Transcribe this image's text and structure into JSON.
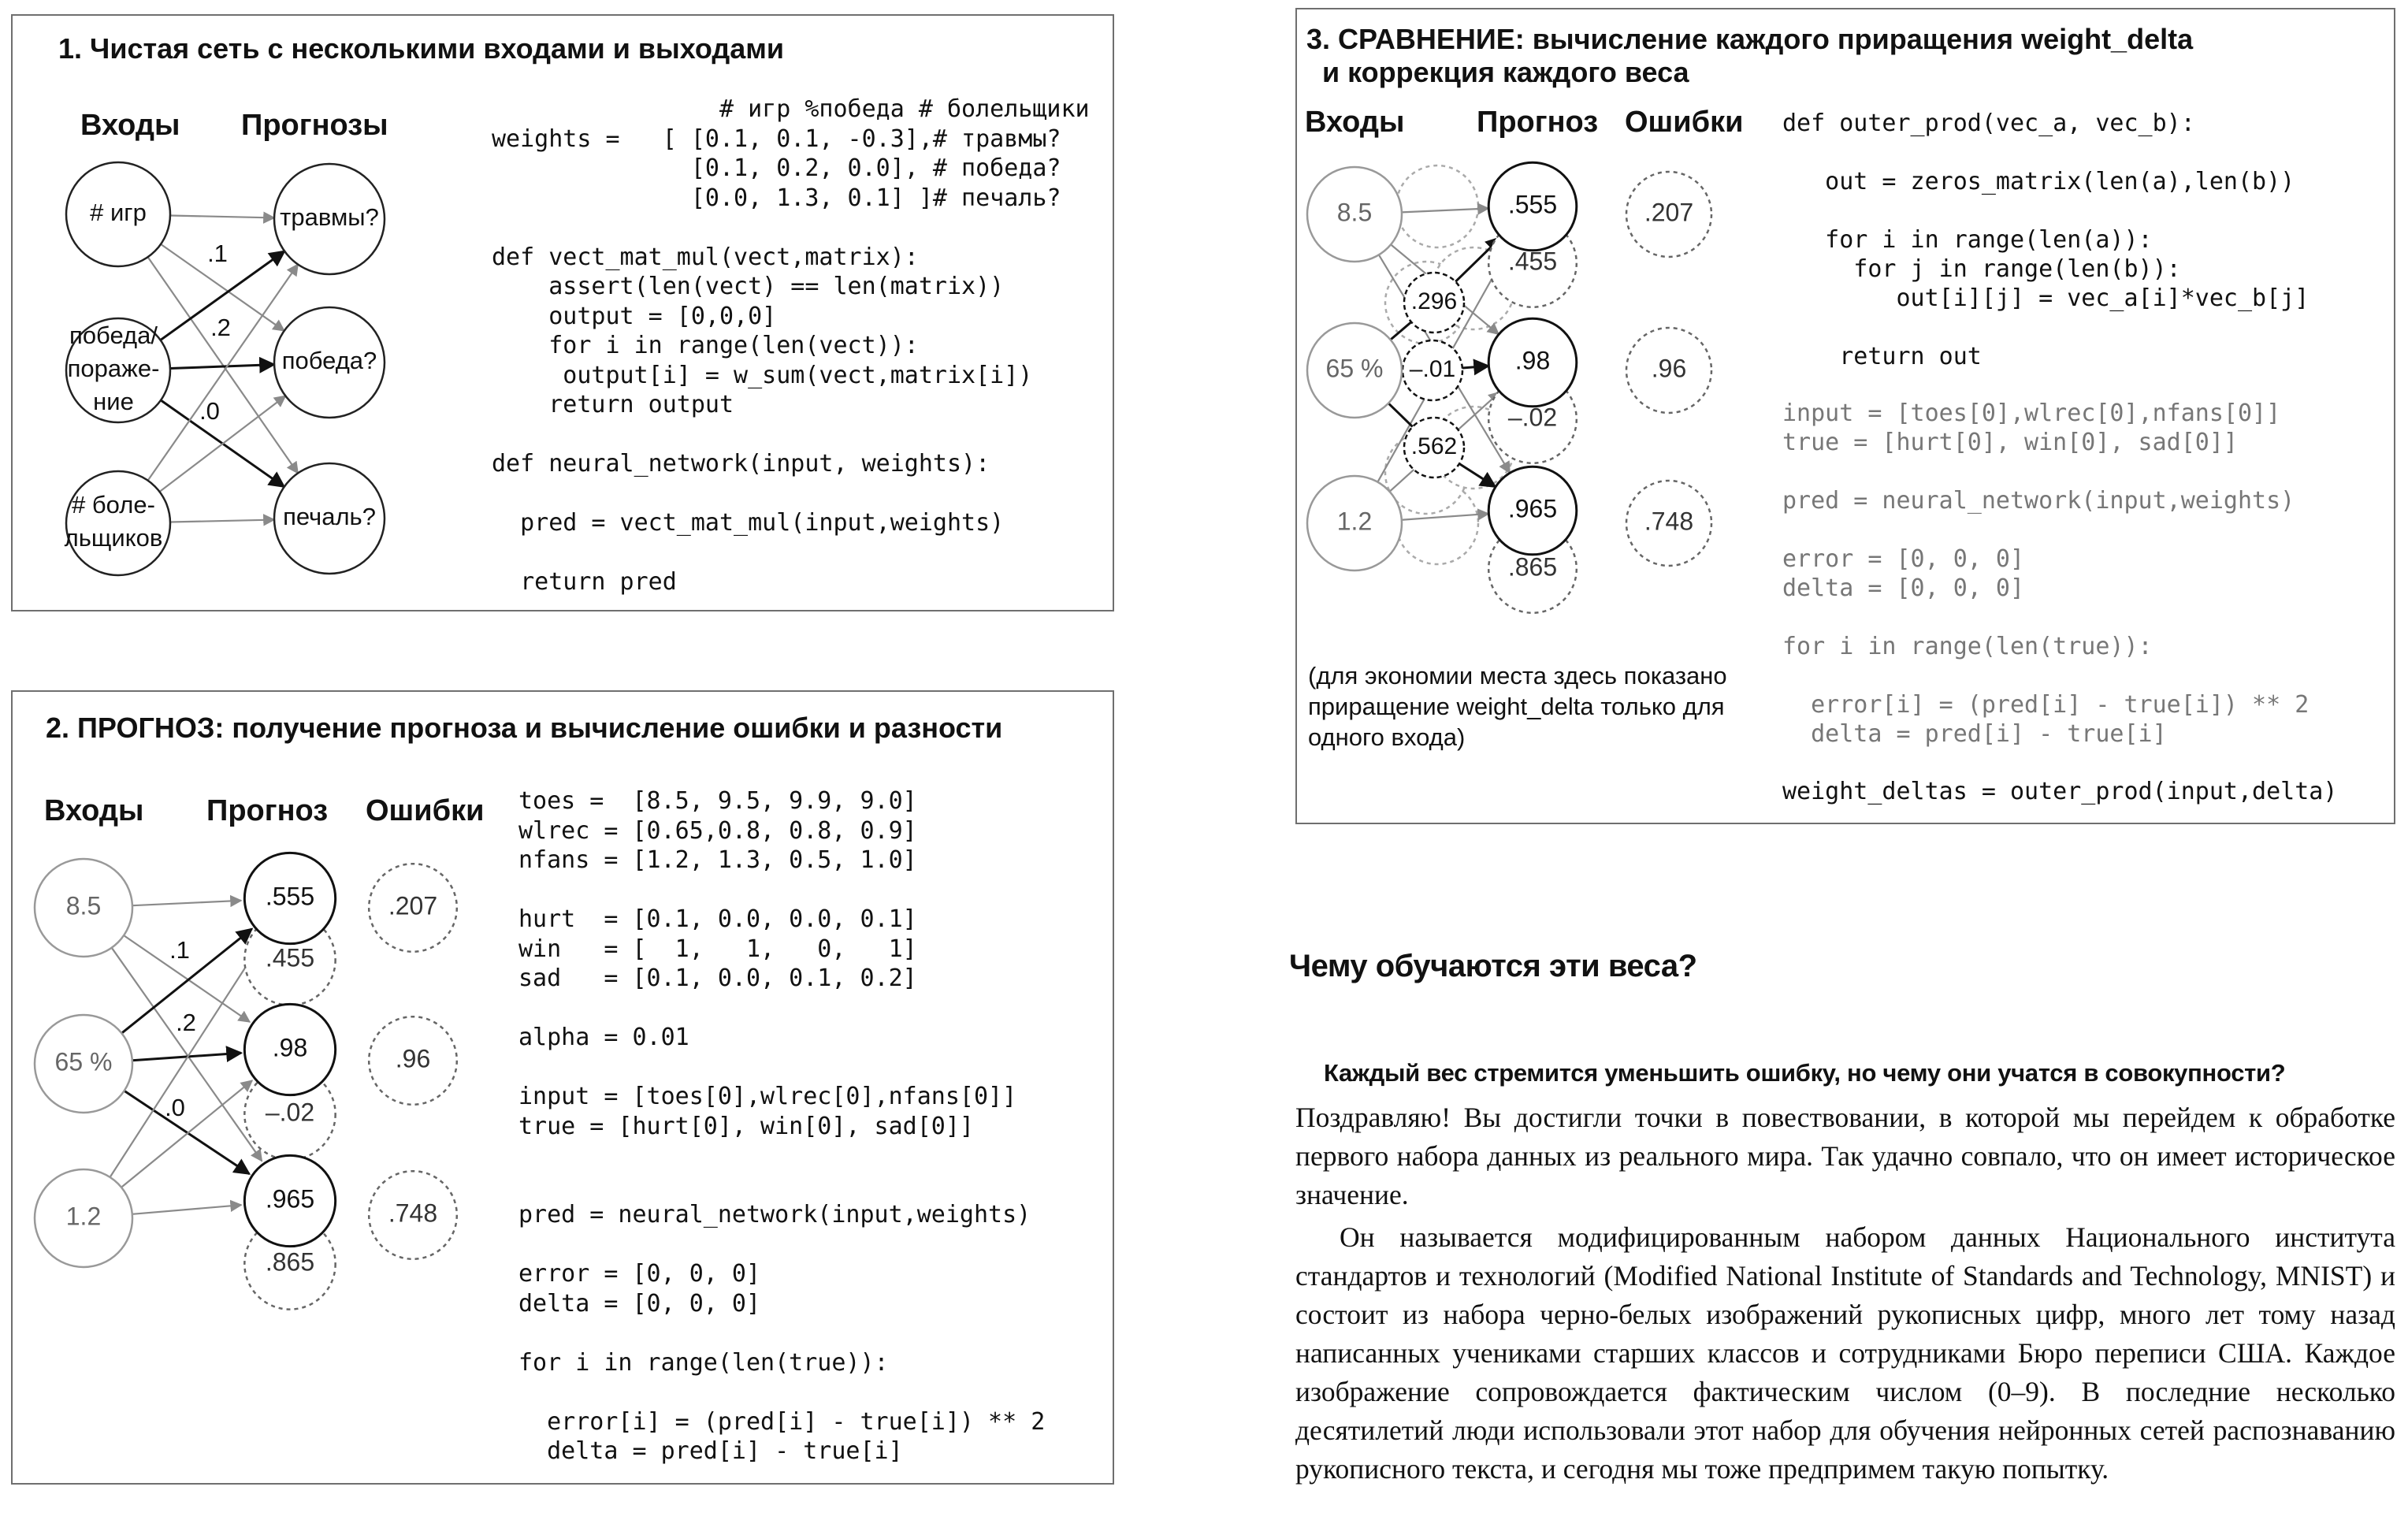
{
  "panel1": {
    "title": "1. Чистая сеть с несколькими входами и выходами",
    "inputs_header": "Входы",
    "preds_header": "Прогнозы",
    "in_nodes": [
      [
        "# игр"
      ],
      [
        "победа/",
        "пораже-",
        "ние"
      ],
      [
        "# боле-",
        "льщиков"
      ]
    ],
    "out_nodes": [
      "травмы?",
      "победа?",
      "печаль?"
    ],
    "weight_labels": [
      ".1",
      ".2",
      ".0"
    ],
    "code": [
      "                # игр %победа # болельщики",
      "weights =   [ [0.1, 0.1, -0.3],# травмы?",
      "              [0.1, 0.2, 0.0], # победа?",
      "              [0.0, 1.3, 0.1] ]# печаль?",
      "",
      "def vect_mat_mul(vect,matrix):",
      "    assert(len(vect) == len(matrix))",
      "    output = [0,0,0]",
      "    for i in range(len(vect)):",
      "     output[i] = w_sum(vect,matrix[i])",
      "    return output",
      "",
      "def neural_network(input, weights):",
      "",
      "  pred = vect_mat_mul(input,weights)",
      "",
      "  return pred"
    ]
  },
  "panel2": {
    "title": "2. ПРОГНОЗ: получение прогноза и вычисление ошибки и разности",
    "inputs_header": "Входы",
    "preds_header": "Прогноз",
    "errors_header": "Ошибки",
    "in_nodes": [
      "8.5",
      "65 %",
      "1.2"
    ],
    "pred_nodes": [
      ".555",
      ".98",
      ".965"
    ],
    "delta_nodes": [
      ".455",
      "–.02",
      ".865"
    ],
    "error_nodes": [
      ".207",
      ".96",
      ".748"
    ],
    "weight_labels": [
      ".1",
      ".2",
      ".0"
    ],
    "code": [
      "toes =  [8.5, 9.5, 9.9, 9.0]",
      "wlrec = [0.65,0.8, 0.8, 0.9]",
      "nfans = [1.2, 1.3, 0.5, 1.0]",
      "",
      "hurt  = [0.1, 0.0, 0.0, 0.1]",
      "win   = [  1,   1,   0,   1]",
      "sad   = [0.1, 0.0, 0.1, 0.2]",
      "",
      "alpha = 0.01",
      "",
      "input = [toes[0],wlrec[0],nfans[0]]",
      "true = [hurt[0], win[0], sad[0]]",
      "",
      "",
      "pred = neural_network(input,weights)",
      "",
      "error = [0, 0, 0]",
      "delta = [0, 0, 0]",
      "",
      "for i in range(len(true)):",
      "",
      "  error[i] = (pred[i] - true[i]) ** 2",
      "  delta = pred[i] - true[i]"
    ]
  },
  "panel3": {
    "title_lines": [
      "3. СРАВНЕНИЕ: вычисление каждого приращения weight_delta",
      "  и коррекция каждого веса"
    ],
    "inputs_header": "Входы",
    "preds_header": "Прогноз",
    "errors_header": "Ошибки",
    "in_nodes": [
      "8.5",
      "65 %",
      "1.2"
    ],
    "pred_nodes": [
      ".555",
      ".98",
      ".965"
    ],
    "delta_nodes": [
      ".455",
      "–.02",
      ".865"
    ],
    "error_nodes": [
      ".207",
      ".96",
      ".748"
    ],
    "wd_nodes": [
      ".296",
      "–.01",
      ".562"
    ],
    "note_lines": [
      "(для экономии места здесь показано",
      "приращение weight_delta только для",
      "одного входа)"
    ],
    "code_black": [
      "def outer_prod(vec_a, vec_b):",
      "",
      "   out = zeros_matrix(len(a),len(b))",
      "",
      "   for i in range(len(a)):",
      "     for j in range(len(b)):",
      "        out[i][j] = vec_a[i]*vec_b[j]",
      "",
      "    return out"
    ],
    "code_gray": [
      "input = [toes[0],wlrec[0],nfans[0]]",
      "true = [hurt[0], win[0], sad[0]]",
      "",
      "pred = neural_network(input,weights)",
      "",
      "error = [0, 0, 0]",
      "delta = [0, 0, 0]",
      "",
      "for i in range(len(true)):",
      "",
      "  error[i] = (pred[i] - true[i]) ** 2",
      "  delta = pred[i] - true[i]"
    ],
    "code_last": "weight_deltas = outer_prod(input,delta)"
  },
  "text": {
    "heading": "Чему обучаются эти веса?",
    "subheading": "Каждый вес стремится уменьшить ошибку, но чему они учатся в совокупности?",
    "para1": "Поздравляю! Вы достигли точки в повествовании, в которой мы перейдем к обработке первого набора данных из реального мира. Так удачно совпало, что он имеет историческое значение.",
    "para2": "Он называется модифицированным набором данных Национального института стандартов и технологий (Modified National Institute of Standards and Technology, MNIST) и состоит из набора черно-белых изображений рукописных цифр, много лет тому назад написанных учениками старших классов и сотрудниками Бюро переписи США. Каждое изображение сопровождается фактическим числом (0–9). В последние несколько десятилетий люди использовали этот набор для обучения нейронных сетей распознаванию рукописного текста, и сегодня мы тоже предпримем такую попытку."
  }
}
